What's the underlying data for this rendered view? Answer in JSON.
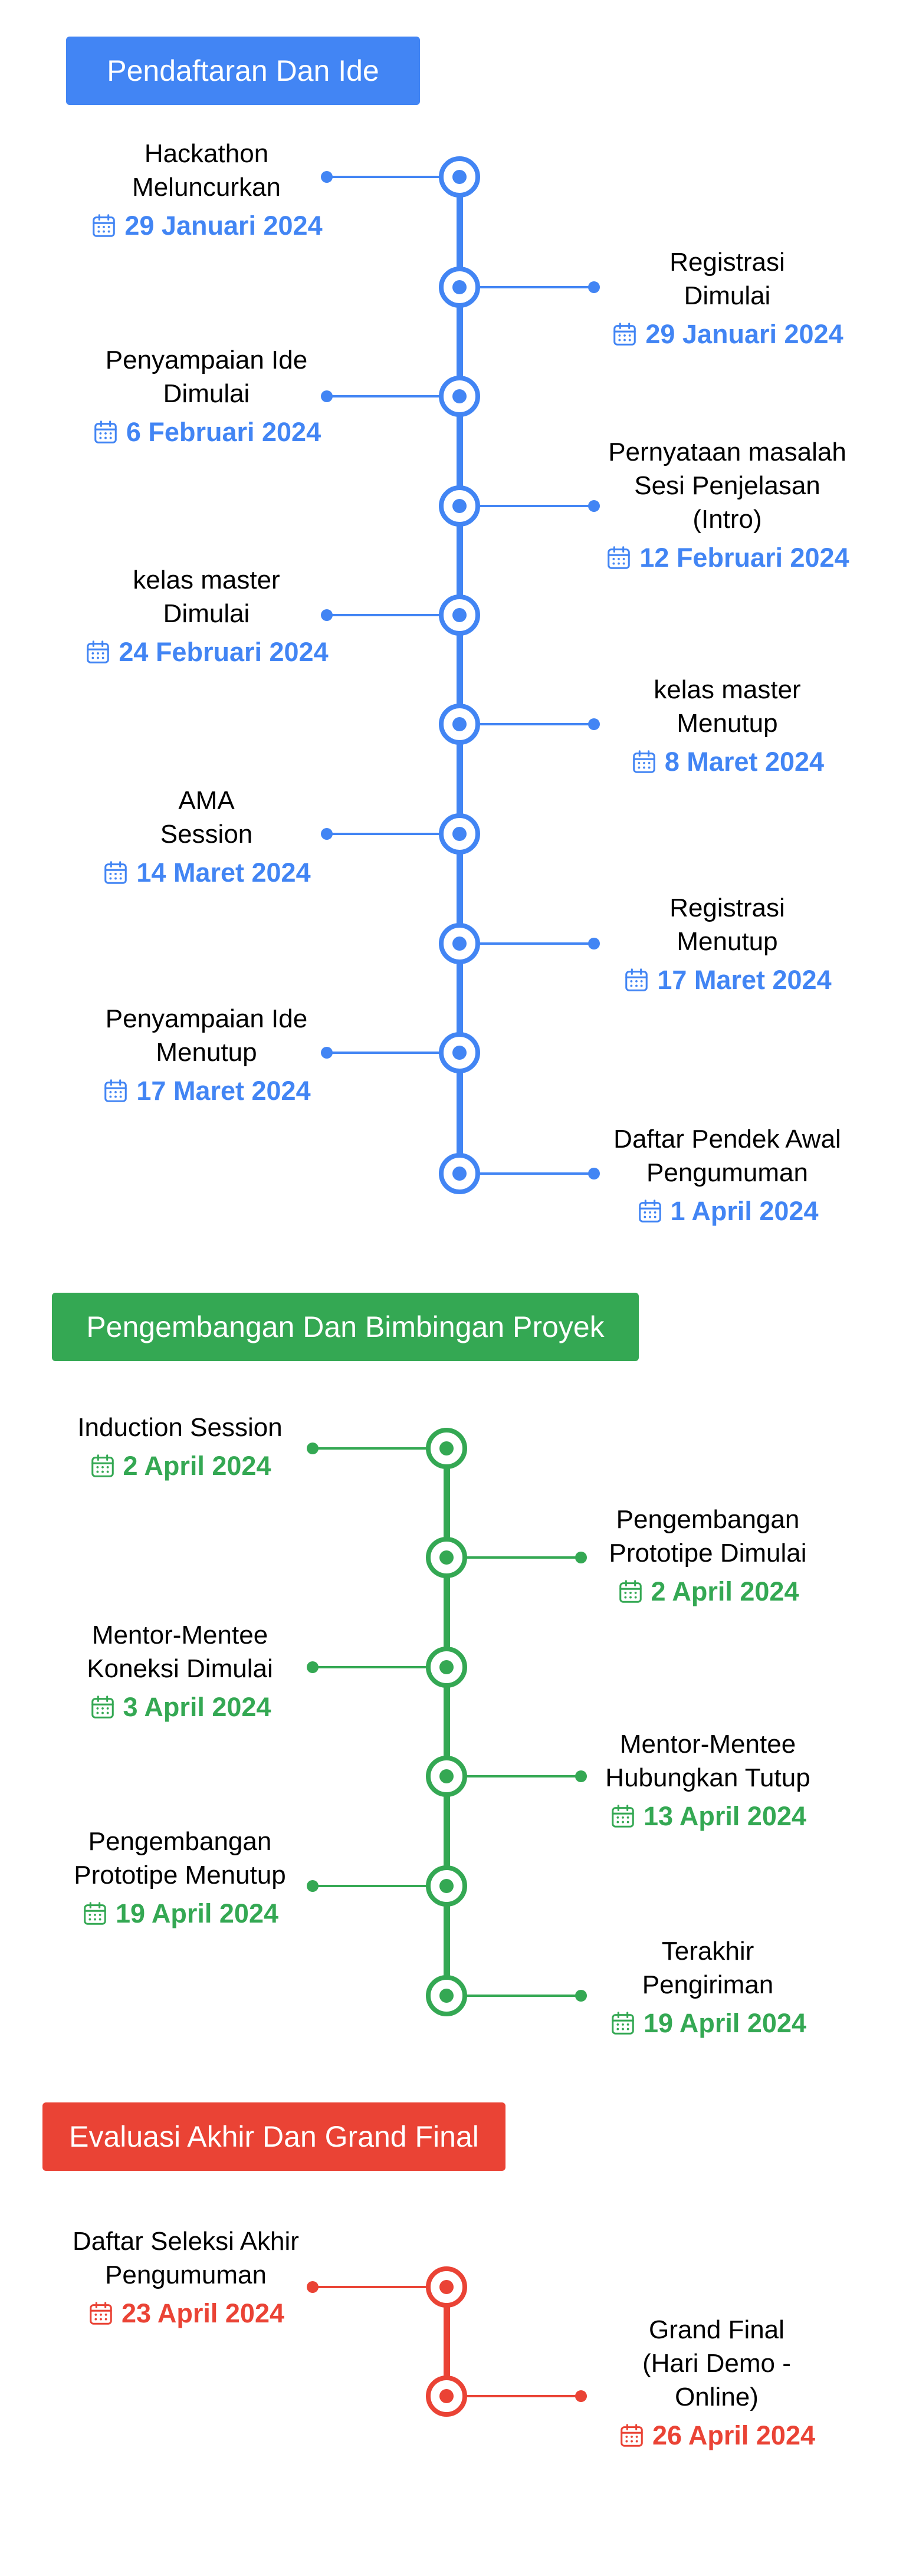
{
  "colors": {
    "blue": "#4285f4",
    "green": "#34a853",
    "red": "#ea4335"
  },
  "icons": {
    "calendar": "calendar-icon",
    "node": "timeline-node-icon"
  },
  "sections": [
    {
      "id": "registration",
      "header": "Pendaftaran Dan Ide",
      "color": "blue",
      "events": [
        {
          "title": [
            "Hackathon",
            "Meluncurkan"
          ],
          "date": "29 Januari 2024",
          "side": "left"
        },
        {
          "title": [
            "Registrasi",
            "Dimulai"
          ],
          "date": "29 Januari 2024",
          "side": "right"
        },
        {
          "title": [
            "Penyampaian Ide",
            "Dimulai"
          ],
          "date": "6 Februari 2024",
          "side": "left"
        },
        {
          "title": [
            "Pernyataan masalah",
            "Sesi Penjelasan",
            "(Intro)"
          ],
          "date": "12 Februari 2024",
          "side": "right"
        },
        {
          "title": [
            "kelas master",
            "Dimulai"
          ],
          "date": "24 Februari 2024",
          "side": "left"
        },
        {
          "title": [
            "kelas master",
            "Menutup"
          ],
          "date": "8 Maret 2024",
          "side": "right"
        },
        {
          "title": [
            "AMA",
            "Session"
          ],
          "date": "14 Maret 2024",
          "side": "left"
        },
        {
          "title": [
            "Registrasi",
            "Menutup"
          ],
          "date": "17 Maret 2024",
          "side": "right"
        },
        {
          "title": [
            "Penyampaian Ide",
            "Menutup"
          ],
          "date": "17 Maret 2024",
          "side": "left"
        },
        {
          "title": [
            "Daftar Pendek Awal",
            "Pengumuman"
          ],
          "date": "1 April 2024",
          "side": "right"
        }
      ]
    },
    {
      "id": "development",
      "header": "Pengembangan Dan Bimbingan Proyek",
      "color": "green",
      "events": [
        {
          "title": [
            "Induction Session"
          ],
          "date": "2 April 2024",
          "side": "left"
        },
        {
          "title": [
            "Pengembangan",
            "Prototipe Dimulai"
          ],
          "date": "2 April 2024",
          "side": "right"
        },
        {
          "title": [
            "Mentor-Mentee",
            "Koneksi Dimulai"
          ],
          "date": "3 April 2024",
          "side": "left"
        },
        {
          "title": [
            "Mentor-Mentee",
            "Hubungkan Tutup"
          ],
          "date": "13 April 2024",
          "side": "right"
        },
        {
          "title": [
            "Pengembangan",
            "Prototipe Menutup"
          ],
          "date": "19 April 2024",
          "side": "left"
        },
        {
          "title": [
            "Terakhir",
            "Pengiriman"
          ],
          "date": "19 April 2024",
          "side": "right"
        }
      ]
    },
    {
      "id": "final",
      "header": "Evaluasi Akhir Dan Grand Final",
      "color": "red",
      "events": [
        {
          "title": [
            "Daftar Seleksi Akhir",
            "Pengumuman"
          ],
          "date": "23 April 2024",
          "side": "left"
        },
        {
          "title": [
            "Grand Final",
            "(Hari Demo -",
            "Online)"
          ],
          "date": "26 April 2024",
          "side": "right"
        }
      ]
    }
  ]
}
